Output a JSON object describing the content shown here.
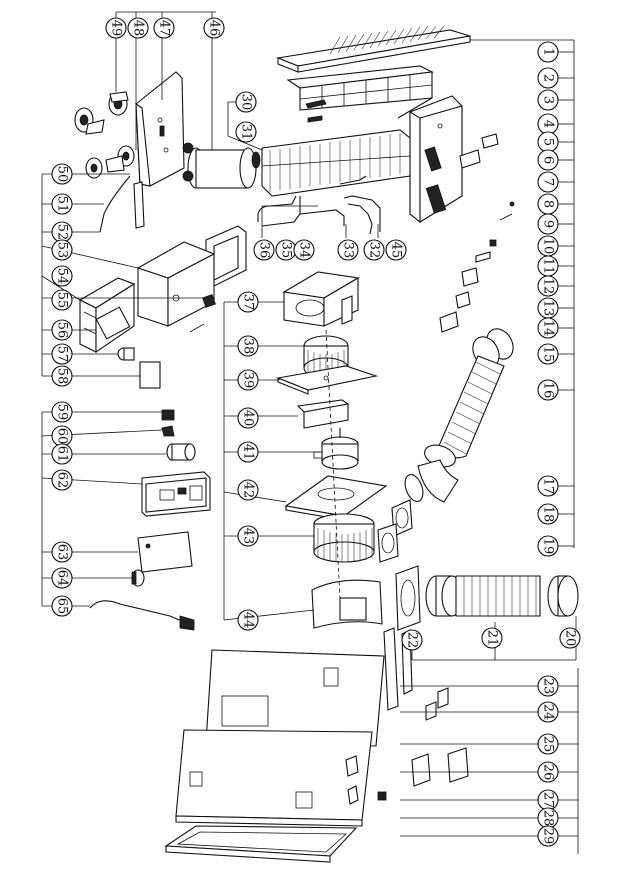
{
  "diagram": {
    "labels_right": [
      "1",
      "2",
      "3",
      "4",
      "5",
      "6",
      "7",
      "8",
      "9",
      "10",
      "11",
      "12",
      "13",
      "14",
      "15",
      "16",
      "17",
      "18",
      "19"
    ],
    "labels_bottom_right": [
      "23",
      "24",
      "25",
      "26",
      "27",
      "28",
      "29"
    ],
    "labels_duct": [
      "22",
      "21",
      "20"
    ],
    "labels_top": [
      "49",
      "48",
      "47",
      "46"
    ],
    "labels_coil": [
      "30",
      "31"
    ],
    "labels_pipes": [
      "36",
      "35",
      "34",
      "33",
      "32",
      "45"
    ],
    "labels_center": [
      "37",
      "38",
      "39",
      "40",
      "41",
      "42",
      "43",
      "44"
    ],
    "labels_left_a": [
      "50",
      "51",
      "52",
      "53",
      "54",
      "55",
      "56",
      "57",
      "58"
    ],
    "labels_left_b": [
      "59",
      "60",
      "61",
      "62",
      "63",
      "64",
      "65"
    ]
  }
}
